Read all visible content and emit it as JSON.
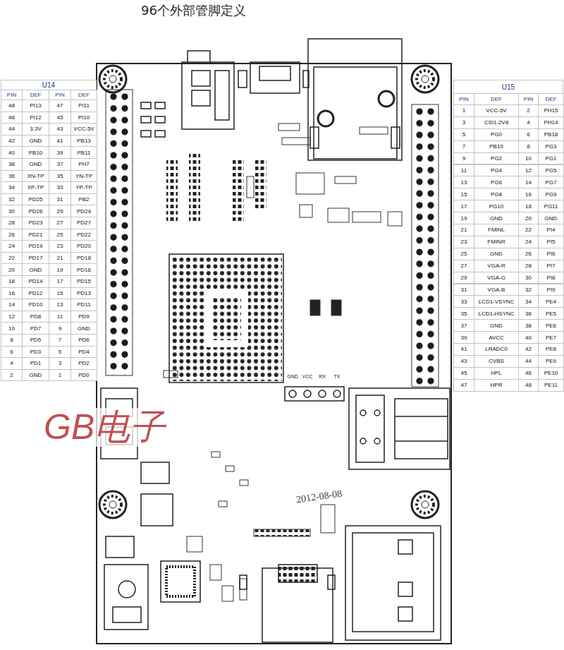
{
  "diagram": {
    "title": "96个外部管脚定义",
    "labels": [
      "U14",
      "PIN",
      "DEF",
      "PIN",
      "DEF",
      "48",
      "PI13",
      "47",
      "PI11",
      "46",
      "PI12",
      "45",
      "PI10",
      "44",
      "3.3V",
      "43",
      "VCC-5V",
      "42",
      "GND",
      "41",
      "PB13",
      "40",
      "PB10",
      "39",
      "PB11",
      "38",
      "GND",
      "37",
      "PH7",
      "36",
      "XN-TP",
      "35",
      "YN-TP",
      "34",
      "XP-TP",
      "33",
      "YP-TP",
      "32",
      "PD25",
      "31",
      "PB2",
      "30",
      "PD26",
      "29",
      "PD24",
      "28",
      "PD23",
      "27",
      "PD27",
      "26",
      "PD21",
      "25",
      "PD22",
      "24",
      "PD19",
      "23",
      "PD20",
      "22",
      "PD17",
      "21",
      "PD18",
      "20",
      "GND",
      "19",
      "PD16",
      "18",
      "PD14",
      "17",
      "PD15",
      "16",
      "PD12",
      "15",
      "PD13",
      "14",
      "PD10",
      "13",
      "PD11",
      "12",
      "PD8",
      "11",
      "PD9",
      "10",
      "PD7",
      "9",
      "GND",
      "8",
      "PD5",
      "7",
      "PD6",
      "6",
      "PD3",
      "5",
      "PD4",
      "4",
      "PD1",
      "3",
      "PD2",
      "2",
      "GND",
      "1",
      "PD0",
      "U15",
      "PIN",
      "DEF",
      "PIN",
      "DEF",
      "1",
      "VCC-5V",
      "2",
      "PH15",
      "3",
      "CSI1-2V8",
      "4",
      "PH14",
      "5",
      "PG0",
      "6",
      "PB18",
      "7",
      "PB19",
      "8",
      "PG3",
      "9",
      "PG2",
      "10",
      "PG1",
      "11",
      "PG4",
      "12",
      "PG5",
      "13",
      "PG6",
      "14",
      "PG7",
      "15",
      "PG8",
      "16",
      "PG9",
      "17",
      "PG10",
      "18",
      "PG11",
      "19",
      "GND",
      "20",
      "GND",
      "21",
      "FMINL",
      "22",
      "PI4",
      "23",
      "FMINR",
      "24",
      "PI5",
      "25",
      "GND",
      "26",
      "PI6",
      "27",
      "VGA-R",
      "28",
      "PI7",
      "29",
      "VGA-G",
      "30",
      "PI8",
      "31",
      "VGA-B",
      "32",
      "PI9",
      "33",
      "LCD1-VSYNC",
      "34",
      "PE4",
      "35",
      "LCD1-HSYNC",
      "36",
      "PE5",
      "37",
      "GND",
      "38",
      "PE6",
      "39",
      "AVCC",
      "40",
      "PE7",
      "41",
      "LRADC0",
      "42",
      "PE8",
      "43",
      "CVBS",
      "44",
      "PE9",
      "45",
      "HPL",
      "46",
      "PE10",
      "47",
      "HPR",
      "48",
      "PE11",
      "GB电子",
      "2012-08-08",
      "GND",
      "VCC",
      "RX",
      "TX"
    ]
  }
}
